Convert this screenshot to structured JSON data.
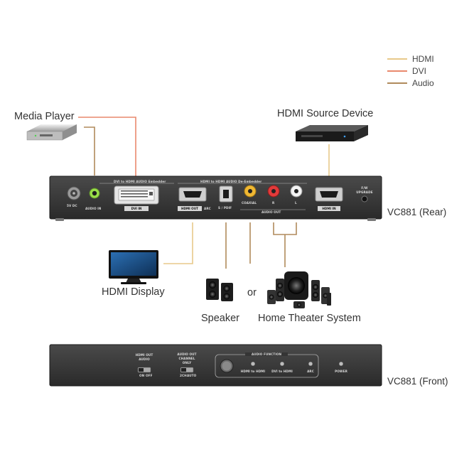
{
  "legend": [
    {
      "label": "HDMI",
      "color": "#e8c98a"
    },
    {
      "label": "DVI",
      "color": "#e9896d"
    },
    {
      "label": "Audio",
      "color": "#b08a5c"
    }
  ],
  "devices": {
    "media_player": "Media Player",
    "hdmi_source": "HDMI Source Device",
    "hdmi_display": "HDMI Display",
    "speaker": "Speaker",
    "or": "or",
    "home_theater": "Home Theater System"
  },
  "rear": {
    "caption": "VC881 (Rear)",
    "dvi_section": "DVI to HDMI AUDIO Embedder",
    "deembed_section": "HDMI to HDMI AUDIO De-Embedder",
    "power_in": "5V DC",
    "audio_in": "AUDIO IN",
    "dvi_in": "DVI IN",
    "hdmi_out": "HDMI OUT",
    "arc": "ARC",
    "spdif": "S / PDIF",
    "coaxial": "COAXIAL",
    "r": "R",
    "l": "L",
    "audio_out": "AUDIO OUT",
    "hdmi_in": "HDMI IN",
    "fw": "F/W",
    "upgrade": "UPGRADE"
  },
  "front": {
    "caption": "VC881 (Front)",
    "hdmi_out_audio_1": "HDMI OUT",
    "hdmi_out_audio_2": "AUDIO",
    "switch1_on": "ON",
    "switch1_off": "OFF",
    "audio_out_1": "AUDIO OUT",
    "audio_out_2": "CHANNEL",
    "audio_out_3": "ONLY",
    "switch2_a": "2CH",
    "switch2_b": "AUTO",
    "audio_function": "AUDIO FUNCTION",
    "led1": "HDMI to HDMI",
    "led2": "DVI to HDMI",
    "led3": "ARC",
    "power": "POWER"
  }
}
